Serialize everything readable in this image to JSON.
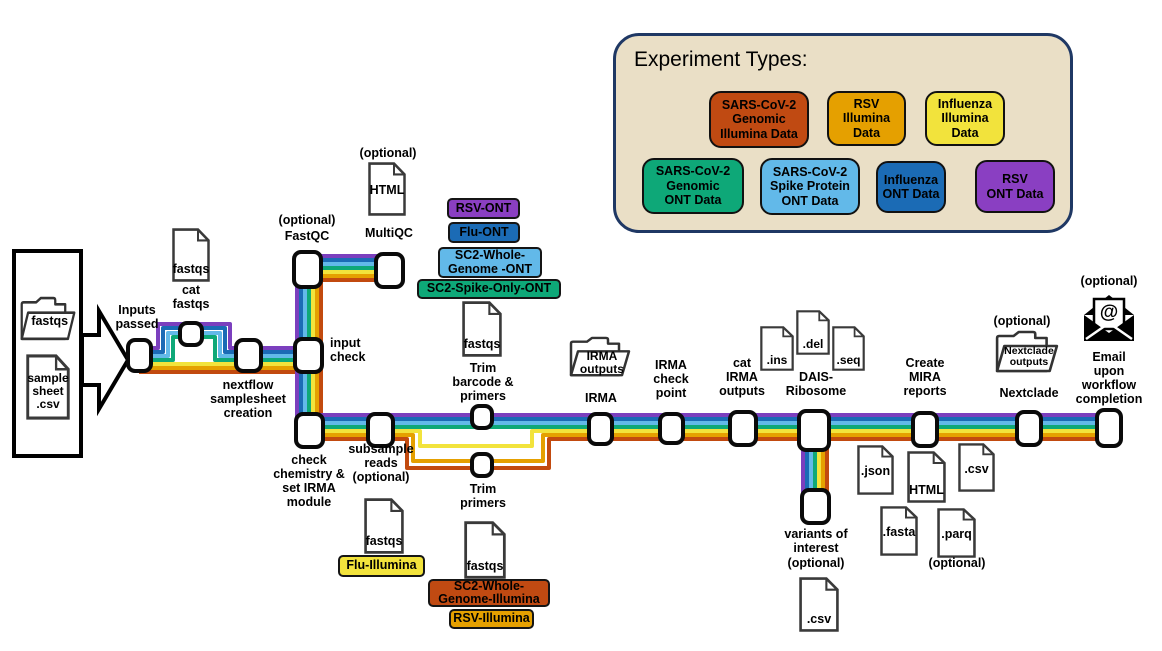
{
  "ribbon": {
    "colors": {
      "purple": "#7B3FBE",
      "blue": "#1B6BB5",
      "lightblue": "#62B9E9",
      "green": "#0EA878",
      "yellow": "#F2E33C",
      "orange": "#E5A000",
      "darkorange": "#C24A0F"
    }
  },
  "legend": {
    "title": "Experiment Types:",
    "background": "#EADFC6",
    "border_color": "#1F3864",
    "items": [
      {
        "label": "SARS-CoV-2\nGenomic\nIllumina Data",
        "color": "#C04A12"
      },
      {
        "label": "RSV\nIllumina\nData",
        "color": "#E5A000"
      },
      {
        "label": "Influenza\nIllumina\nData",
        "color": "#F2E33C"
      },
      {
        "label": "SARS-CoV-2\nGenomic\nONT Data",
        "color": "#0EA878"
      },
      {
        "label": "SARS-CoV-2\nSpike Protein\nONT Data",
        "color": "#62B9E9"
      },
      {
        "label": "Influenza\nONT Data",
        "color": "#1B6BB5"
      },
      {
        "label": "RSV\nONT Data",
        "color": "#8A3FC2"
      }
    ]
  },
  "inputs": {
    "folder_label": "fastqs",
    "samplesheet_label": "sample\nsheet\n.csv"
  },
  "optional_label": "(optional)",
  "steps": {
    "inputs_passed": "Inputs\npassed",
    "cat_fastqs": "cat\nfastqs",
    "nextflow": "nextflow\nsamplesheet\ncreation",
    "fastqc": "FastQC",
    "multiqc": "MultiQC",
    "input_check": "input\ncheck",
    "check_chemistry": "check\nchemistry &\nset IRMA\nmodule",
    "subsample": "subsample\nreads\n(optional)",
    "trim_barcode": "Trim\nbarcode &\nprimers",
    "trim_primers": "Trim\nprimers",
    "irma": "IRMA",
    "irma_checkpoint": "IRMA\ncheck\npoint",
    "cat_irma": "cat\nIRMA\noutputs",
    "dais": "DAIS-\nRibosome",
    "variants": "variants of\ninterest",
    "create_mira": "Create\nMIRA\nreports",
    "nextclade": "Nextclade",
    "email": "Email upon\nworkflow\ncompletion"
  },
  "chips": {
    "rsv_ont": {
      "label": "RSV-ONT",
      "color": "#8A3FC2"
    },
    "flu_ont": {
      "label": "Flu-ONT",
      "color": "#1B6BB5"
    },
    "sc2_wg_ont": {
      "label": "SC2-Whole-\nGenome -ONT",
      "color": "#62B9E9"
    },
    "sc2_spike_ont": {
      "label": "SC2-Spike-Only-ONT",
      "color": "#0EA878"
    },
    "flu_illumina": {
      "label": "Flu-Illumina",
      "color": "#F2E33C"
    },
    "sc2_wg_illumina": {
      "label": "SC2-Whole-\nGenome-Illumina",
      "color": "#C04A12"
    },
    "rsv_illumina": {
      "label": "RSV-Illumina",
      "color": "#E5A000"
    }
  },
  "files": {
    "fastqs": "fastqs",
    "html": "HTML",
    "ins": ".ins",
    "del": ".del",
    "seq": ".seq",
    "json": ".json",
    "csv": ".csv",
    "fasta": ".fasta",
    "parq": ".parq"
  },
  "folders": {
    "irma_outputs": "IRMA\noutputs",
    "nextclade_outputs": "Nextclade\noutputs"
  }
}
